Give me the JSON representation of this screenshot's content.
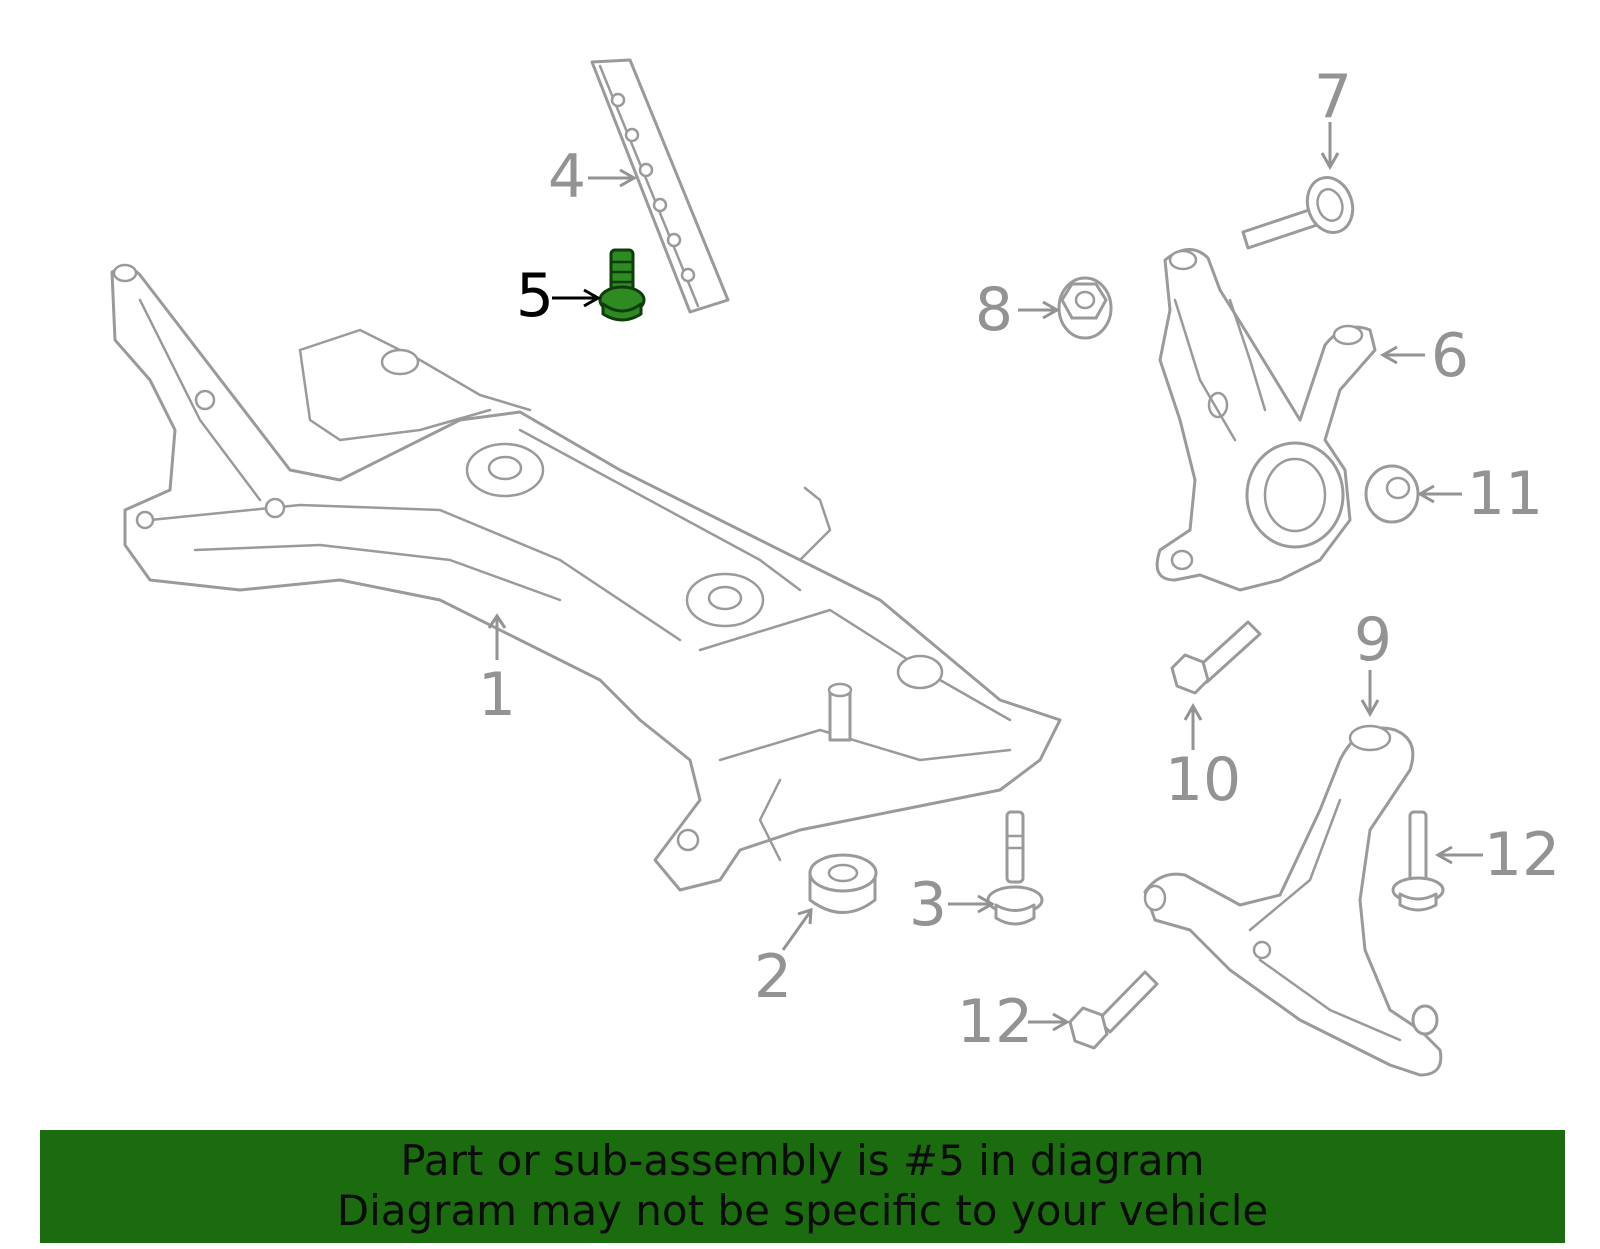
{
  "diagram": {
    "highlighted_part": "5",
    "callouts": [
      {
        "id": "1",
        "label": "1",
        "part": "subframe crossmember"
      },
      {
        "id": "2",
        "label": "2",
        "part": "bushing"
      },
      {
        "id": "3",
        "label": "3",
        "part": "bolt"
      },
      {
        "id": "4",
        "label": "4",
        "part": "reinforcement bar"
      },
      {
        "id": "5",
        "label": "5",
        "part": "bolt"
      },
      {
        "id": "6",
        "label": "6",
        "part": "steering knuckle"
      },
      {
        "id": "7",
        "label": "7",
        "part": "bolt"
      },
      {
        "id": "8",
        "label": "8",
        "part": "nut"
      },
      {
        "id": "9",
        "label": "9",
        "part": "lower control arm"
      },
      {
        "id": "10",
        "label": "10",
        "part": "bolt"
      },
      {
        "id": "11",
        "label": "11",
        "part": "nut"
      },
      {
        "id": "12a",
        "label": "12",
        "part": "bolt"
      },
      {
        "id": "12b",
        "label": "12",
        "part": "bolt"
      }
    ]
  },
  "caption": {
    "line1": "Part or sub-assembly is #5 in diagram",
    "line2": "Diagram may not be specific to your vehicle"
  },
  "colors": {
    "banner": "#1b6b0f",
    "highlight": "#2e8b22",
    "outline": "#9a9a9a",
    "callout": "#939393"
  }
}
